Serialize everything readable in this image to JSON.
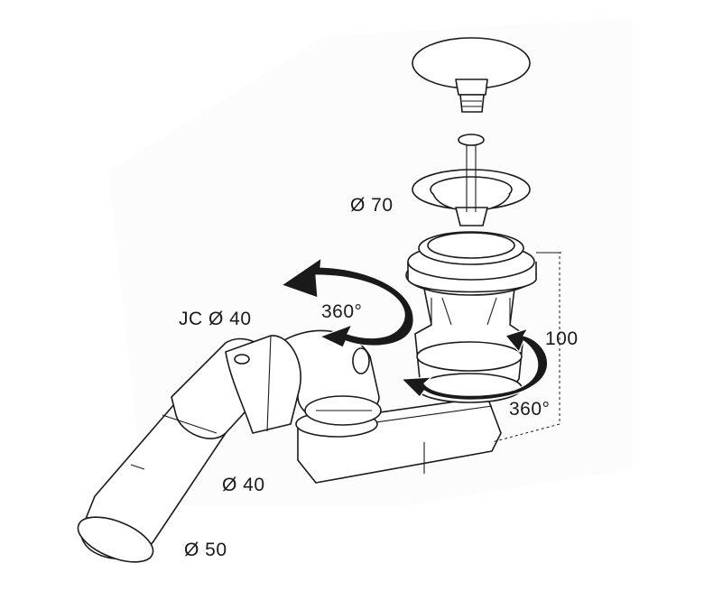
{
  "labels": {
    "cap_diameter": "Ø 70",
    "jc_diameter": "JC Ø 40",
    "outlet_diameter_40": "Ø 40",
    "outlet_diameter_50": "Ø 50",
    "rotation_left": "360°",
    "rotation_right": "360°",
    "height": "100"
  },
  "colors": {
    "stroke": "#1a1a1a",
    "background": "#ffffff"
  }
}
